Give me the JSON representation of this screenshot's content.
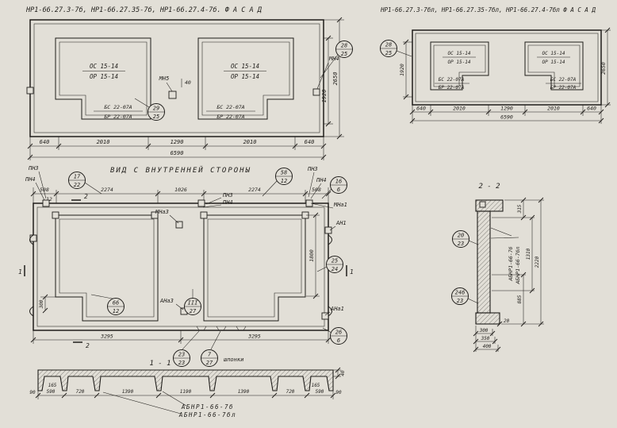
{
  "colors": {
    "paper": "#e2dfd7",
    "ink": "#1f1d1a"
  },
  "win": {
    "os": "ОС 15-14",
    "or": "ОР 15-14",
    "bs": "БС 22-07А",
    "br": "БР 22-07А"
  },
  "facade": {
    "title": "НР1-66.27.3-7б, НР1-66.27.35-7б, НР1-66.27.4-7б.  Ф А С А Д",
    "mn5": "МН5",
    "mn4": "МН4",
    "d40": "40",
    "c29": {
      "n": "29",
      "s": "25"
    },
    "c28": {
      "n": "28",
      "s": "25"
    },
    "dims": [
      "640",
      "2010",
      "1290",
      "2010",
      "640"
    ],
    "total": "6590",
    "h": "2650",
    "h2": "1920"
  },
  "facade_l": {
    "title": "НР1-66.27.3-7бл, НР1-66.27.35-7бл, НР1-66.27.4-7бл  Ф А С А Д",
    "c28": {
      "n": "28",
      "s": "25"
    },
    "dims": [
      "640",
      "2010",
      "1290",
      "2010",
      "640"
    ],
    "total": "6590",
    "h": "2650",
    "h2": "1920"
  },
  "inner": {
    "title": "ВИД С ВНУТРЕННЕЙ СТОРОНЫ",
    "pn3": "ПН3",
    "pn4": "ПН4",
    "mna3": "МНа3",
    "mna1": "МНа1",
    "an1": "АН1",
    "ana3": "АНа3",
    "ana1": "АНа1",
    "shp": "шпонки",
    "m12": "12",
    "c17": {
      "n": "17",
      "s": "22"
    },
    "c58": {
      "n": "58",
      "s": "12"
    },
    "c16": {
      "n": "16",
      "s": "6"
    },
    "c25": {
      "n": "25",
      "s": "24"
    },
    "c66": {
      "n": "66",
      "s": "12"
    },
    "c3": {
      "n": "III",
      "s": "27"
    },
    "c26": {
      "n": "26",
      "s": "6"
    },
    "c23": {
      "n": "23",
      "s": "23"
    },
    "c7": {
      "n": "7",
      "s": "27"
    },
    "dims_top": [
      "508",
      "2274",
      "1026",
      "2274",
      "508"
    ],
    "dims_bot": [
      "3295",
      "3295"
    ],
    "d300": "300",
    "d1800": "1800",
    "sec1": "1",
    "sec2": "2"
  },
  "s11": {
    "title": "1 - 1",
    "dims": [
      "590",
      "720",
      "1390",
      "1190",
      "1390",
      "720",
      "590"
    ],
    "d90": "90",
    "d165": "165",
    "d40": "40",
    "l1": "АБНР1-66-7б",
    "l2": "АБНР1-66-7бл"
  },
  "s22": {
    "title": "2 - 2",
    "c20": {
      "n": "20",
      "s": "23"
    },
    "c246": {
      "n": "246",
      "s": "23"
    },
    "l1": "АБНР1-66-7б",
    "l2": "АБНР1-66-7бл",
    "d315": "315",
    "d1310": "1310",
    "d2220": "2220",
    "d885": "885",
    "d300": "300",
    "d350": "350",
    "d400": "400",
    "d20": "20"
  }
}
